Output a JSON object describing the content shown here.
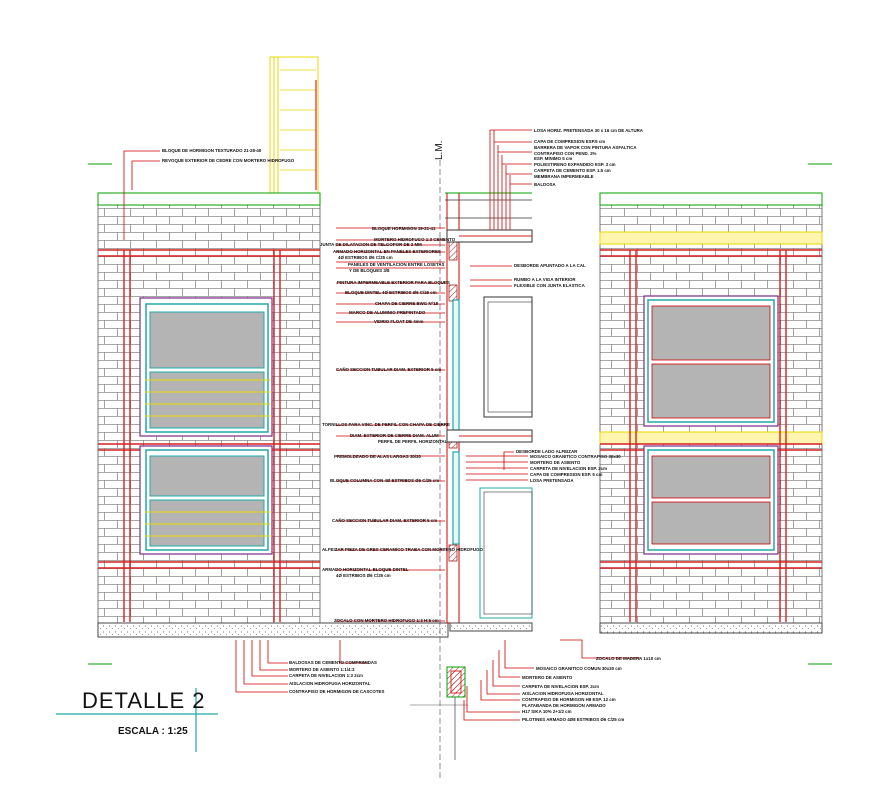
{
  "title": "DETALLE 2",
  "scale": "ESCALA : 1:25",
  "axis_mark": "L.M.",
  "colors": {
    "leader": "#d00000",
    "beam": "#d42020",
    "brick": "#7a7a7a",
    "window": "#20a8a8",
    "glass": "#b4b4b4",
    "green": "#00a000",
    "yellow": "#e8d800",
    "purple": "#7a2a8a"
  },
  "labels": {
    "left": [
      "BLOQUE DE HORMIGON TEXTURADO 21-28-40",
      "REVOQUE EXTERIOR DE CEDRE CON MORTERO HIDROFUGO",
      "BLOQUE HORMIGON 19-21-41",
      "MORTERO HIDROFUGO 1:3 CEMENTO",
      "JUNTA DE DILATACION DE TELGOPOR DE 2 MM",
      "ARMADO HORIZONTAL EN PANELES EXTERIORES",
      "4Ø ESTRIBOS Ø6 C/25 cm",
      "PANELES DE VENTILACION ENTRE LOSETAS",
      "Y DE BLOQUES 3/8",
      "PINTURA IMPERMEABLE EXTERIOR PARA BLOQUES",
      "BLOQUE DINTEL   4Ø ESTRIBOS Ø6 C/25 cm",
      "CHAPA DE CIERRE BWG Nº18",
      "MARCO DE ALUMINIO PREPINTADO",
      "VIDRIO FLOAT DE 4mm",
      "CAÑO SECCION TUBULAR DIAM. EXTERIOR 5 cm",
      "TORNILLOS PARA VINC. DE PERFIL CON CHAPA DE CIERRE",
      "DIAM. EXTERIOR DE CIERRE DIAM. ALUM",
      "PERFIL DE PERFIL HORIZONTAL",
      "PREMOLDEADO DE ALAS LARGAS 30/30",
      "BLOQUE COLUMNA CON 4Ø ESTRIBOS Ø6 C/25 cm",
      "CAÑO SECCION TUBULAR DIAM. EXTERIOR 5 cm",
      "ALFEIZAR PIEZA DE GRES CERAMICO TRABA CON MORTERO HIDROFUGO",
      "ARMADO HORIZONTAL BLOQUE DINTEL",
      "4Ø ESTRIBOS Ø6 C/25 cm",
      "ZOCALO CON MORTERO HIDROFUGO 1:3 H:5 cm"
    ],
    "bottom_left": [
      "BALDOSAS DE CEMENTO COMPRIMIDAS",
      "MORTERO DE ASIENTO 1:1/4:3",
      "CARPETA DE NIVELACION 1:3 2cm",
      "AISLACION HIDROFUGA HORIZONTAL",
      "CONTRAPISO DE HORMIGON DE CASCOTES"
    ],
    "top_right": [
      "LOSA HORIZ. PRETENSADA 30 x 16 cm DE ALTURA",
      "CAPA DE COMPRESION ESP.5 cm",
      "BARRERA DE VAPOR CON PINTURA ASFALTICA",
      "CONTRAPISO CON PEND. 2%",
      "ESP. MINIMO 5 cm",
      "POLIESTIRENO EXPANDIDO ESP. 3 cm",
      "CARPETA DE CEMENTO ESP. 1.5 cm",
      "MEMBRANA IMPERMEABLE",
      "BALDOSA",
      "DESBORDE APUNTADO A LA CAL",
      "RUMBO A LA VIGA INTERIOR",
      "FLEXIBLE CON JUNTA ELASTICA"
    ],
    "mid_right": [
      "DESBORDE LADO ALFEIZAR",
      "MOSAICO GRANITICO CONTRAPISO 30x30",
      "MORTERO DE ASIENTO",
      "CARPETA DE NIVELACION ESP. 2cm",
      "CAPA DE COMPRESION ESP. 5 cm",
      "LOSA PRETENSADA"
    ],
    "bottom_right": [
      "ZOCALO DE MADERA 1x10 cm",
      "MOSAICO GRANITICO COMUN 30x30 cm",
      "MORTERO DE ASIENTO",
      "CARPETA DE NIVELACION ESP. 2cm",
      "AISLACION HIDROFUGA HORIZONTAL",
      "CONTRAPISO DE HORMIGON H8 ESP. 12 cm",
      "PLATABANDA DE HORMIGON ARMADO",
      "H17 SIKA 10% 2+1/2 cm",
      "PILOTINES ARMADO 4Ø8 ESTRIBOS Ø6 C/25 cm"
    ]
  }
}
